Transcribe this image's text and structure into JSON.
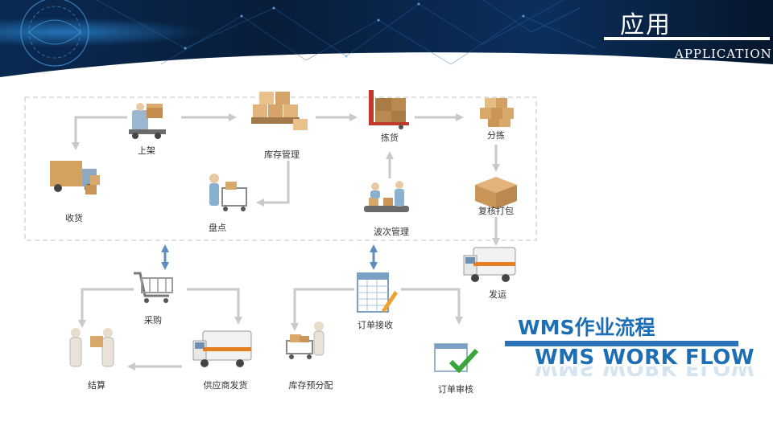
{
  "header": {
    "title_zh": "应用",
    "title_en": "APPLICATION"
  },
  "colors": {
    "banner_dark": "#04101f",
    "banner_blue": "#0d3a6e",
    "accent_blue": "#1d6fb5",
    "arrow_gray": "#c9c9c9",
    "arrow_blue": "#5d8fc0"
  },
  "nodes": {
    "shangjia": "上架",
    "kucun": "库存管理",
    "jianhuo": "拣货",
    "fenjian": "分拣",
    "shouhuo": "收货",
    "pandian": "盘点",
    "boci": "波次管理",
    "fuhe": "复核打包",
    "fayun": "发运",
    "caigou": "采购",
    "dingdan_jieshou": "订单接收",
    "jiesuan": "结算",
    "gongying": "供应商发货",
    "yufenpei": "库存预分配",
    "dingdan_shenhe": "订单审核"
  },
  "icons": [
    "forklift-worker-icon",
    "pallet-boxes-icon",
    "hand-truck-icon",
    "stacked-crates-icon",
    "delivery-truck-icon",
    "inventory-cart-icon",
    "conveyor-workers-icon",
    "cardboard-box-icon",
    "ambulance-van-icon",
    "shopping-cart-icon",
    "spreadsheet-pencil-icon",
    "handshake-people-icon",
    "ambulance-van-icon",
    "worker-cart-icon",
    "approval-check-icon"
  ],
  "flow_title": {
    "zh": "WMS作业流程",
    "en": "WMS WORK FLOW"
  }
}
